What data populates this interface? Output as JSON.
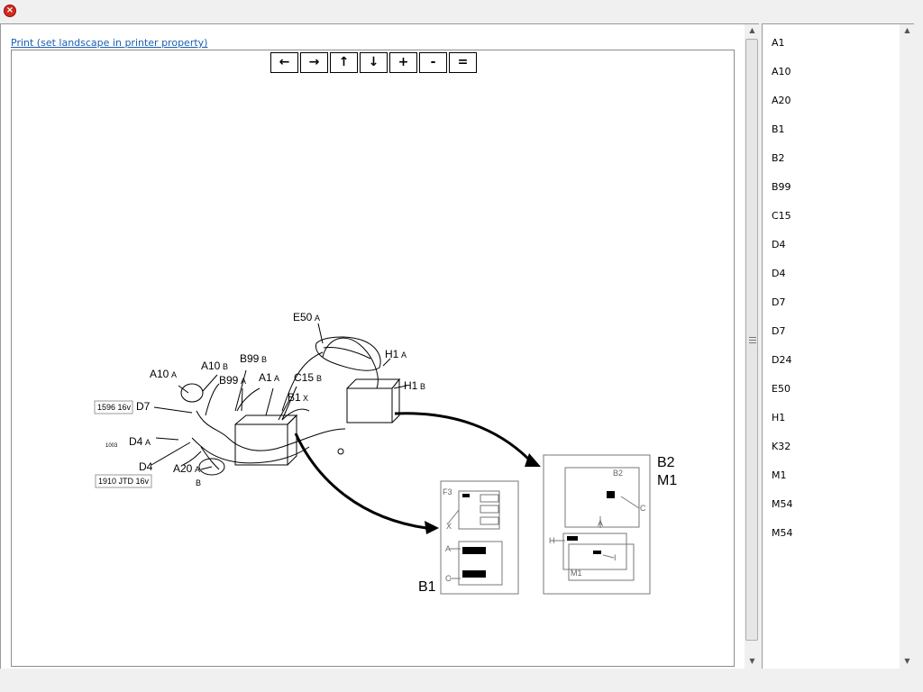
{
  "window": {
    "close_symbol": "×"
  },
  "main": {
    "print_link": "Print (set landscape in printer property)",
    "toolbar": [
      {
        "name": "pan-left-button",
        "symbol": "←"
      },
      {
        "name": "pan-right-button",
        "symbol": "→"
      },
      {
        "name": "pan-up-button",
        "symbol": "↑"
      },
      {
        "name": "pan-down-button",
        "symbol": "↓"
      },
      {
        "name": "zoom-in-button",
        "symbol": "+"
      },
      {
        "name": "zoom-out-button",
        "symbol": "-"
      },
      {
        "name": "zoom-reset-button",
        "symbol": "="
      }
    ]
  },
  "diagram": {
    "labels": {
      "e50": "E50",
      "e50_tag": "A",
      "h1a": "H1",
      "h1a_tag": "A",
      "h1b": "H1",
      "h1b_tag": "B",
      "a10a": "A10",
      "a10a_tag": "A",
      "a10b": "A10",
      "a10b_tag": "B",
      "b99b": "B99",
      "b99b_tag": "B",
      "b99a": "B99",
      "b99a_tag": "A",
      "a1a": "A1",
      "a1a_tag": "A",
      "c15": "C15",
      "c15_tag": "B",
      "b1": "B1",
      "b1_tag": "X",
      "d7": "D7",
      "d4a": "D4",
      "d4a_tag": "A",
      "d4": "D4",
      "a20": "A20",
      "a20_tag": "A",
      "a20_tag2": "B",
      "engine1": "1596 16v",
      "engine2": "1910 JTD 16v",
      "small_mark": "1003",
      "box_b1": "B1",
      "box_b2": "B2",
      "box_m1": "M1",
      "f3": "F3",
      "x": "X",
      "a_lower": "A",
      "c_lower": "C",
      "b2_inner": "B2",
      "c_right": "C",
      "a_right": "A",
      "h_right": "H",
      "i_right": "I",
      "m1_inner": "M1"
    }
  },
  "sidebar": {
    "items": [
      "A1",
      "A10",
      "A20",
      "B1",
      "B2",
      "B99",
      "C15",
      "D4",
      "D4",
      "D7",
      "D7",
      "D24",
      "E50",
      "H1",
      "K32",
      "M1",
      "M54",
      "M54"
    ]
  }
}
